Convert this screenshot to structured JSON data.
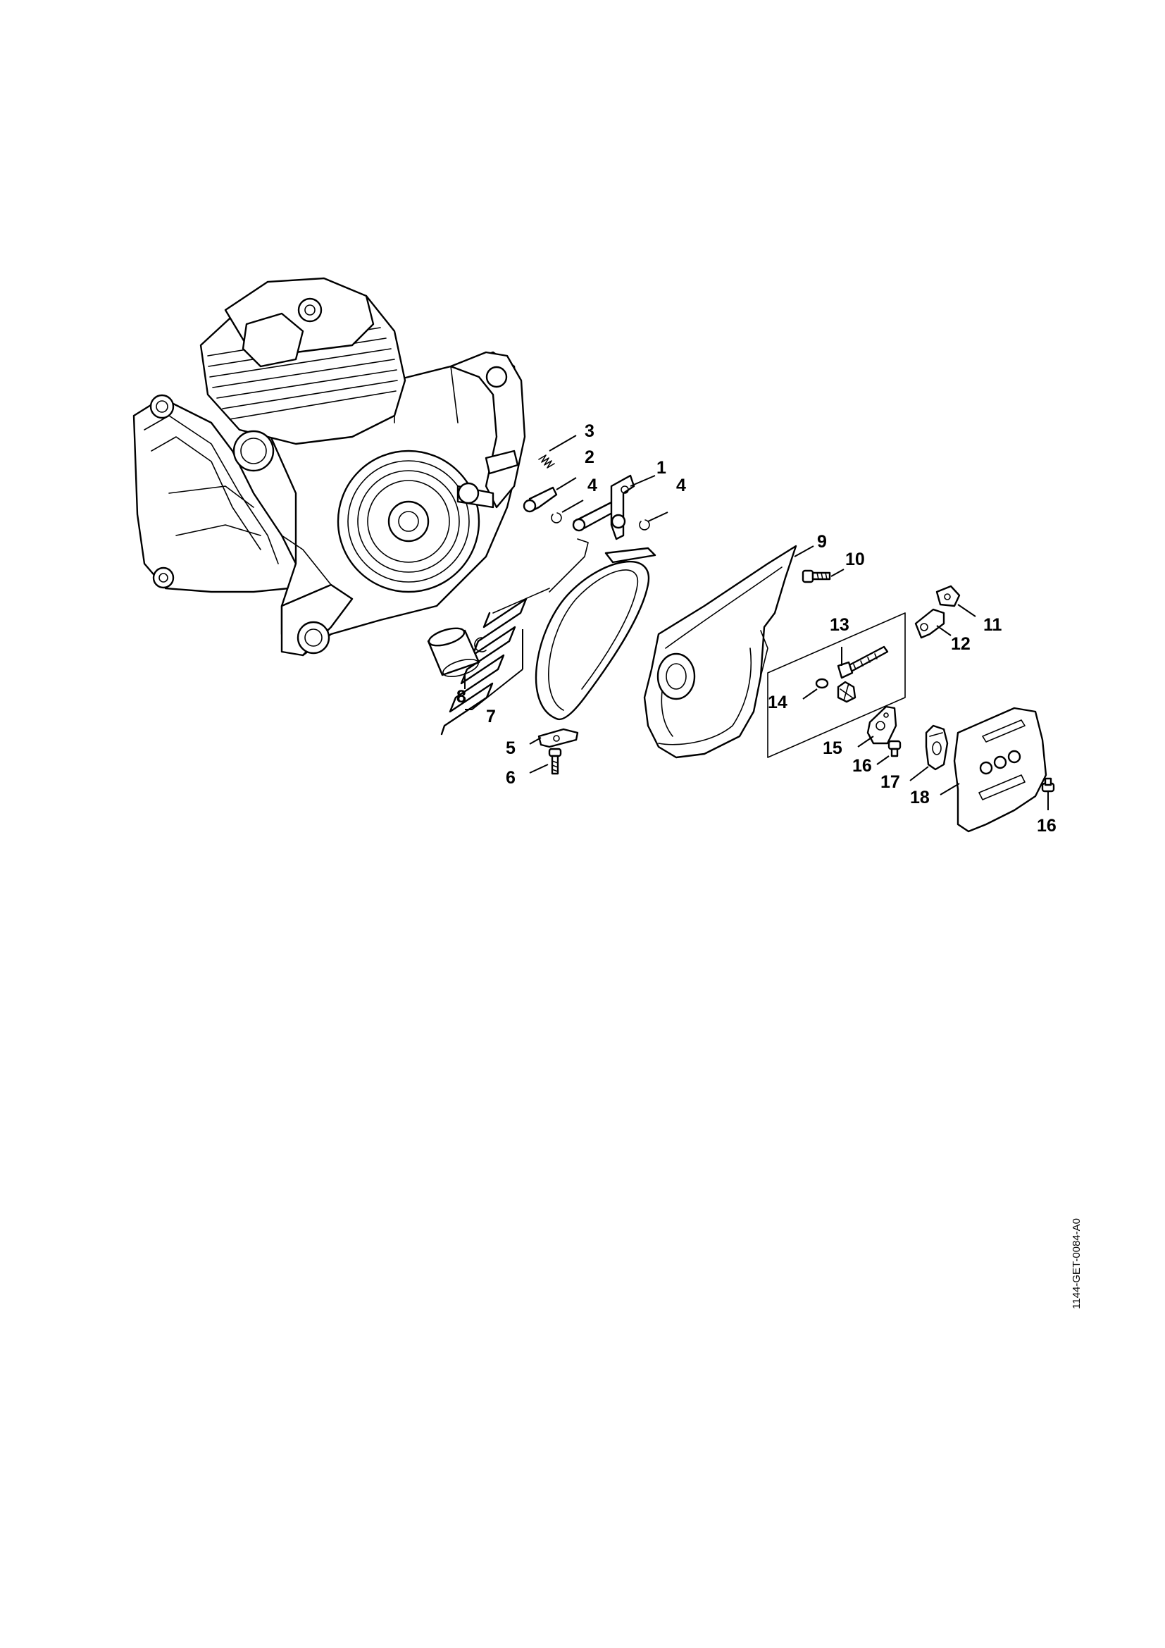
{
  "drawing": {
    "document_id": "1144-GET-0084-A0",
    "callouts": [
      {
        "key": "c1",
        "label": "1"
      },
      {
        "key": "c2",
        "label": "2"
      },
      {
        "key": "c3",
        "label": "3"
      },
      {
        "key": "c4a",
        "label": "4"
      },
      {
        "key": "c4b",
        "label": "4"
      },
      {
        "key": "c5",
        "label": "5"
      },
      {
        "key": "c6",
        "label": "6"
      },
      {
        "key": "c7",
        "label": "7"
      },
      {
        "key": "c8",
        "label": "8"
      },
      {
        "key": "c9",
        "label": "9"
      },
      {
        "key": "c10",
        "label": "10"
      },
      {
        "key": "c11",
        "label": "11"
      },
      {
        "key": "c12",
        "label": "12"
      },
      {
        "key": "c13",
        "label": "13"
      },
      {
        "key": "c14",
        "label": "14"
      },
      {
        "key": "c15",
        "label": "15"
      },
      {
        "key": "c16a",
        "label": "16"
      },
      {
        "key": "c16b",
        "label": "16"
      },
      {
        "key": "c17",
        "label": "17"
      },
      {
        "key": "c18",
        "label": "18"
      }
    ]
  }
}
